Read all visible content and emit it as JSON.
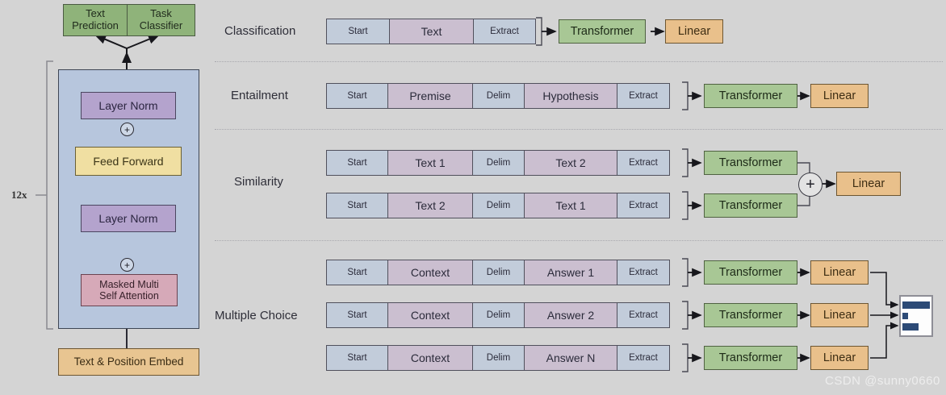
{
  "figure": {
    "left_panel": {
      "heads": [
        {
          "label": "Text\nPrediction"
        },
        {
          "label": "Task\nClassifier"
        }
      ],
      "repeat_label": "12x",
      "blocks": [
        {
          "name": "layer-norm-top",
          "label": "Layer Norm"
        },
        {
          "name": "feed-forward",
          "label": "Feed Forward"
        },
        {
          "name": "layer-norm-bottom",
          "label": "Layer Norm"
        },
        {
          "name": "masked-attention",
          "label": "Masked Multi\nSelf Attention"
        }
      ],
      "embedding": {
        "label": "Text & Position Embed"
      },
      "residual_symbol": "+"
    },
    "tasks": [
      {
        "name": "classification",
        "label": "Classification",
        "sequences": [
          {
            "cells": [
              {
                "text": "Start",
                "kind": "blue",
                "w": 78
              },
              {
                "text": "Text",
                "kind": "mauve",
                "w": 130
              },
              {
                "text": "Extract",
                "kind": "blue",
                "w": 78
              }
            ]
          }
        ],
        "transformers": [
          "Transformer"
        ],
        "linears": [
          "Linear"
        ],
        "combiner": "none"
      },
      {
        "name": "entailment",
        "label": "Entailment",
        "sequences": [
          {
            "cells": [
              {
                "text": "Start",
                "kind": "blue",
                "w": 78
              },
              {
                "text": "Premise",
                "kind": "mauve",
                "w": 118
              },
              {
                "text": "Delim",
                "kind": "blue",
                "w": 68
              },
              {
                "text": "Hypothesis",
                "kind": "mauve",
                "w": 118
              },
              {
                "text": "Extract",
                "kind": "blue",
                "w": 68
              }
            ]
          }
        ],
        "transformers": [
          "Transformer"
        ],
        "linears": [
          "Linear"
        ],
        "combiner": "none"
      },
      {
        "name": "similarity",
        "label": "Similarity",
        "sequences": [
          {
            "cells": [
              {
                "text": "Start",
                "kind": "blue",
                "w": 78
              },
              {
                "text": "Text 1",
                "kind": "mauve",
                "w": 118
              },
              {
                "text": "Delim",
                "kind": "blue",
                "w": 68
              },
              {
                "text": "Text 2",
                "kind": "mauve",
                "w": 118
              },
              {
                "text": "Extract",
                "kind": "blue",
                "w": 68
              }
            ]
          },
          {
            "cells": [
              {
                "text": "Start",
                "kind": "blue",
                "w": 78
              },
              {
                "text": "Text 2",
                "kind": "mauve",
                "w": 118
              },
              {
                "text": "Delim",
                "kind": "blue",
                "w": 68
              },
              {
                "text": "Text 1",
                "kind": "mauve",
                "w": 118
              },
              {
                "text": "Extract",
                "kind": "blue",
                "w": 68
              }
            ]
          }
        ],
        "transformers": [
          "Transformer",
          "Transformer"
        ],
        "linears": [
          "Linear"
        ],
        "combiner": "plus",
        "combiner_symbol": "+"
      },
      {
        "name": "multiple-choice",
        "label": "Multiple Choice",
        "sequences": [
          {
            "cells": [
              {
                "text": "Start",
                "kind": "blue",
                "w": 78
              },
              {
                "text": "Context",
                "kind": "mauve",
                "w": 118
              },
              {
                "text": "Delim",
                "kind": "blue",
                "w": 68
              },
              {
                "text": "Answer 1",
                "kind": "mauve",
                "w": 118
              },
              {
                "text": "Extract",
                "kind": "blue",
                "w": 68
              }
            ]
          },
          {
            "cells": [
              {
                "text": "Start",
                "kind": "blue",
                "w": 78
              },
              {
                "text": "Context",
                "kind": "mauve",
                "w": 118
              },
              {
                "text": "Delim",
                "kind": "blue",
                "w": 68
              },
              {
                "text": "Answer 2",
                "kind": "mauve",
                "w": 118
              },
              {
                "text": "Extract",
                "kind": "blue",
                "w": 68
              }
            ]
          },
          {
            "cells": [
              {
                "text": "Start",
                "kind": "blue",
                "w": 78
              },
              {
                "text": "Context",
                "kind": "mauve",
                "w": 118
              },
              {
                "text": "Answer N",
                "kind": "mauve",
                "w": 118
              },
              {
                "text": "Delim",
                "kind": "blue",
                "w": 68
              },
              {
                "text": "Extract",
                "kind": "blue",
                "w": 68
              }
            ]
          }
        ],
        "transformers": [
          "Transformer",
          "Transformer",
          "Transformer"
        ],
        "linears": [
          "Linear",
          "Linear",
          "Linear"
        ],
        "combiner": "barchart"
      }
    ],
    "watermark": "CSDN @sunny0660",
    "colors": {
      "background": "#d4d4d4",
      "transformer_green": "#a8c795",
      "linear_orange": "#e9c08b",
      "token_blue": "#c2ccda",
      "token_mauve": "#cbbfd0",
      "stack_blue": "#b7c6dd",
      "layernorm_purple": "#b4a3cd",
      "feedforward_yellow": "#f0dfa2",
      "attention_pink": "#d6a9b8",
      "embed_tan": "#e8c591",
      "head_green": "#8fb37a",
      "outbar_navy": "#2c4a76"
    }
  }
}
